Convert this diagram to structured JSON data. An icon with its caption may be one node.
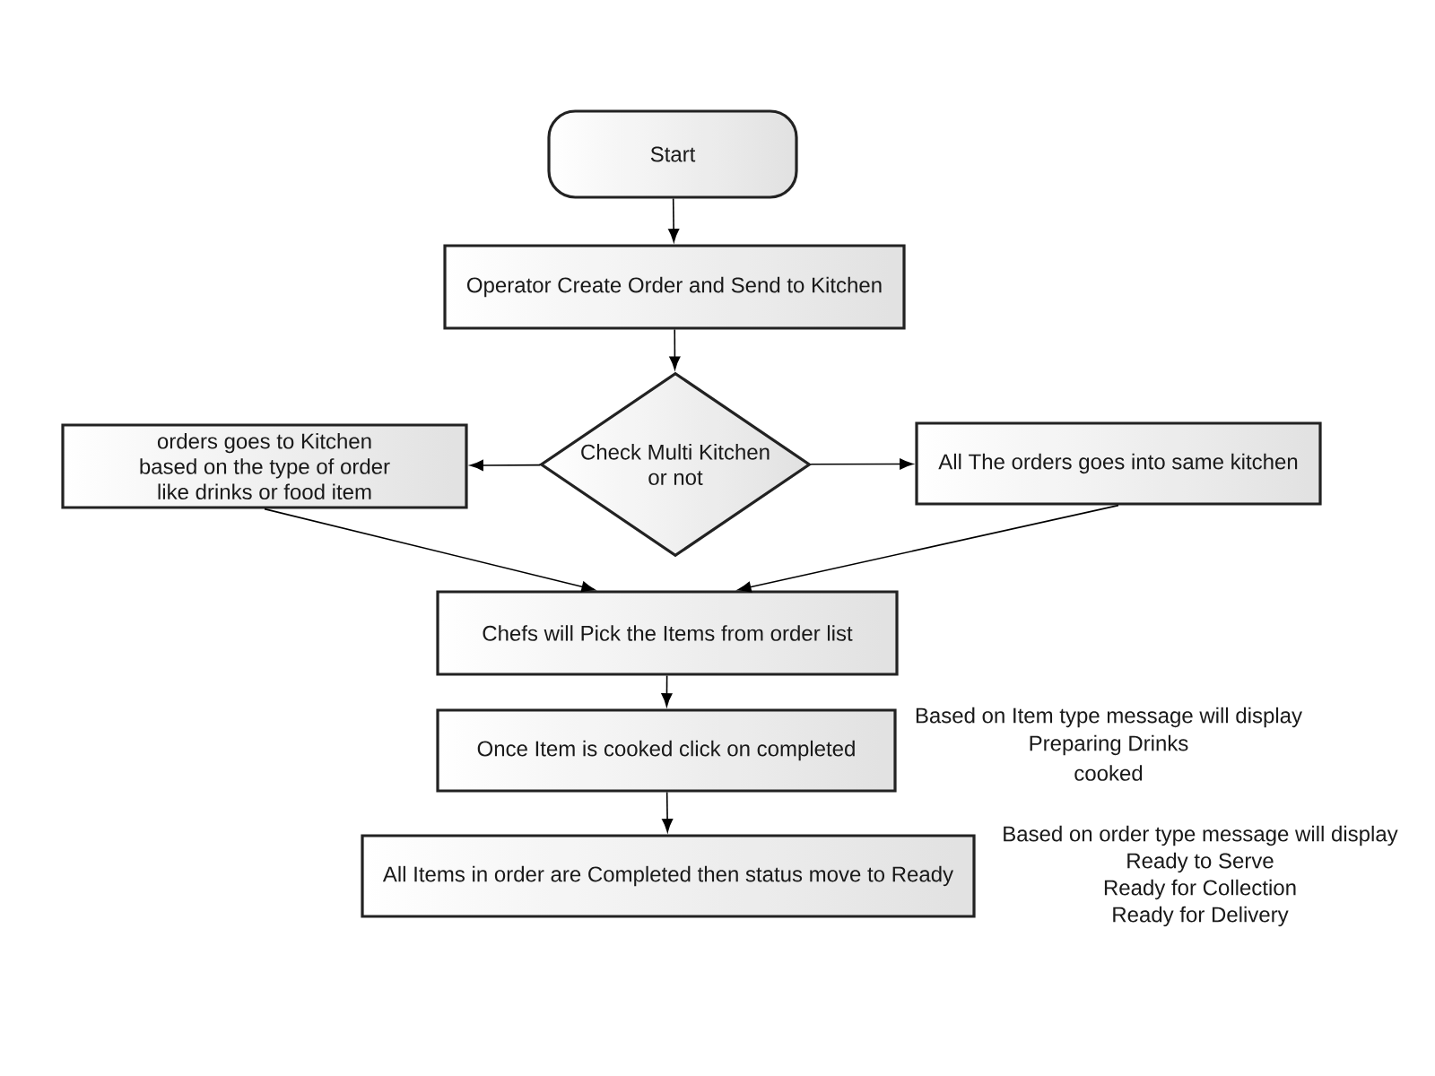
{
  "diagram": {
    "nodes": [
      {
        "text": [
          "Start"
        ]
      },
      {
        "text": [
          "Operator Create Order and Send to Kitchen"
        ]
      },
      {
        "text": [
          "Check Multi Kitchen or not"
        ]
      },
      {
        "text": [
          "orders goes to Kitchen based on the type of order like drinks or food item"
        ]
      },
      {
        "text": [
          "All The orders goes into same kitchen"
        ]
      },
      {
        "text": [
          "Chefs will Pick the Items from order list"
        ]
      },
      {
        "text": [
          "Once Item is cooked click on completed"
        ],
        "beside": [
          "Based on Item type message will display",
          "Preparing Drinks",
          "cooked"
        ]
      },
      {
        "text": [
          "All Items in order are Completed then status move to Ready"
        ],
        "beside": [
          "Based on order type message will display",
          "Ready to Serve",
          "Ready for Collection",
          "Ready for Delivery"
        ]
      }
    ],
    "edges": [
      {
        "from": 0,
        "to": 1,
        "arrow": "to"
      },
      {
        "from": 1,
        "to": 2,
        "arrow": "to"
      },
      {
        "from": 2,
        "to": 3,
        "arrow": "to"
      },
      {
        "from": 2,
        "to": 4,
        "arrow": "to"
      },
      {
        "from": 3,
        "to": 5,
        "arrow": "to"
      },
      {
        "from": 4,
        "to": 5,
        "arrow": "to"
      },
      {
        "from": 5,
        "to": 6,
        "arrow": "to"
      },
      {
        "from": 6,
        "to": 7,
        "arrow": "to"
      }
    ]
  }
}
